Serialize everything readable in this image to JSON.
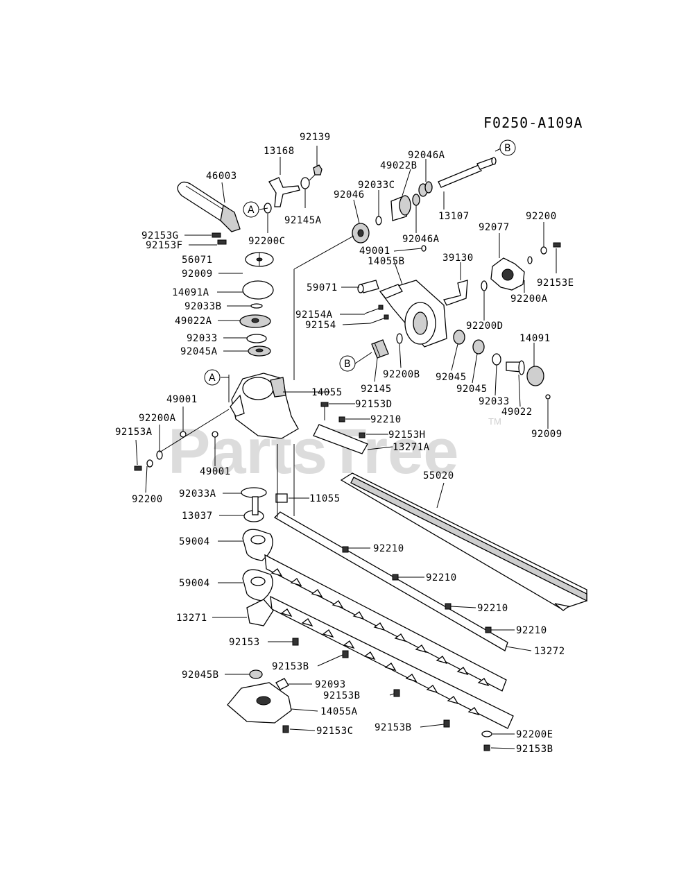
{
  "diagram_code": "F0250-A109A",
  "watermark": "PartsTree",
  "watermark_tm": "TM",
  "callouts": {
    "a": "A",
    "b": "B"
  },
  "parts": {
    "p46003": "46003",
    "p13168": "13168",
    "p92139": "92139",
    "p92145A": "92145A",
    "p92153G": "92153G",
    "p92153F": "92153F",
    "p92200C": "92200C",
    "p56071": "56071",
    "p92009_left": "92009",
    "p14091A": "14091A",
    "p92033B": "92033B",
    "p49022A": "49022A",
    "p92033": "92033",
    "p92045A": "92045A",
    "p92046A_top": "92046A",
    "p49022B": "49022B",
    "p92033C": "92033C",
    "p92046": "92046",
    "p13107": "13107",
    "p92046A_low": "92046A",
    "p49001_top": "49001",
    "p14055B": "14055B",
    "p39130": "39130",
    "p92077": "92077",
    "p92200": "92200",
    "p92153E": "92153E",
    "p92200A": "92200A",
    "p59071": "59071",
    "p92154A": "92154A",
    "p92154": "92154",
    "p92200D": "92200D",
    "p14091": "14091",
    "p92045_a": "92045",
    "p92045_b": "92045",
    "p92033_right": "92033",
    "p49022": "49022",
    "p92009_right": "92009",
    "p92145": "92145",
    "p92200B": "92200B",
    "p14055": "14055",
    "p49001_left": "49001",
    "p92200A_left": "92200A",
    "p92153A": "92153A",
    "p92153D": "92153D",
    "p92210_top": "92210",
    "p92153H": "92153H",
    "p13271A": "13271A",
    "p49001_mid": "49001",
    "p92200_left": "92200",
    "p55020": "55020",
    "p92033A": "92033A",
    "p11055": "11055",
    "p13037": "13037",
    "p59004_a": "59004",
    "p92210_a": "92210",
    "p59004_b": "59004",
    "p92210_b": "92210",
    "p13271": "13271",
    "p92210_c": "92210",
    "p92153": "92153",
    "p92210_d": "92210",
    "p13272": "13272",
    "p92153B_a": "92153B",
    "p92045B": "92045B",
    "p92093": "92093",
    "p92153B_b": "92153B",
    "p14055A": "14055A",
    "p92153B_c": "92153B",
    "p92200E": "92200E",
    "p92153C": "92153C",
    "p92153B_d": "92153B"
  }
}
